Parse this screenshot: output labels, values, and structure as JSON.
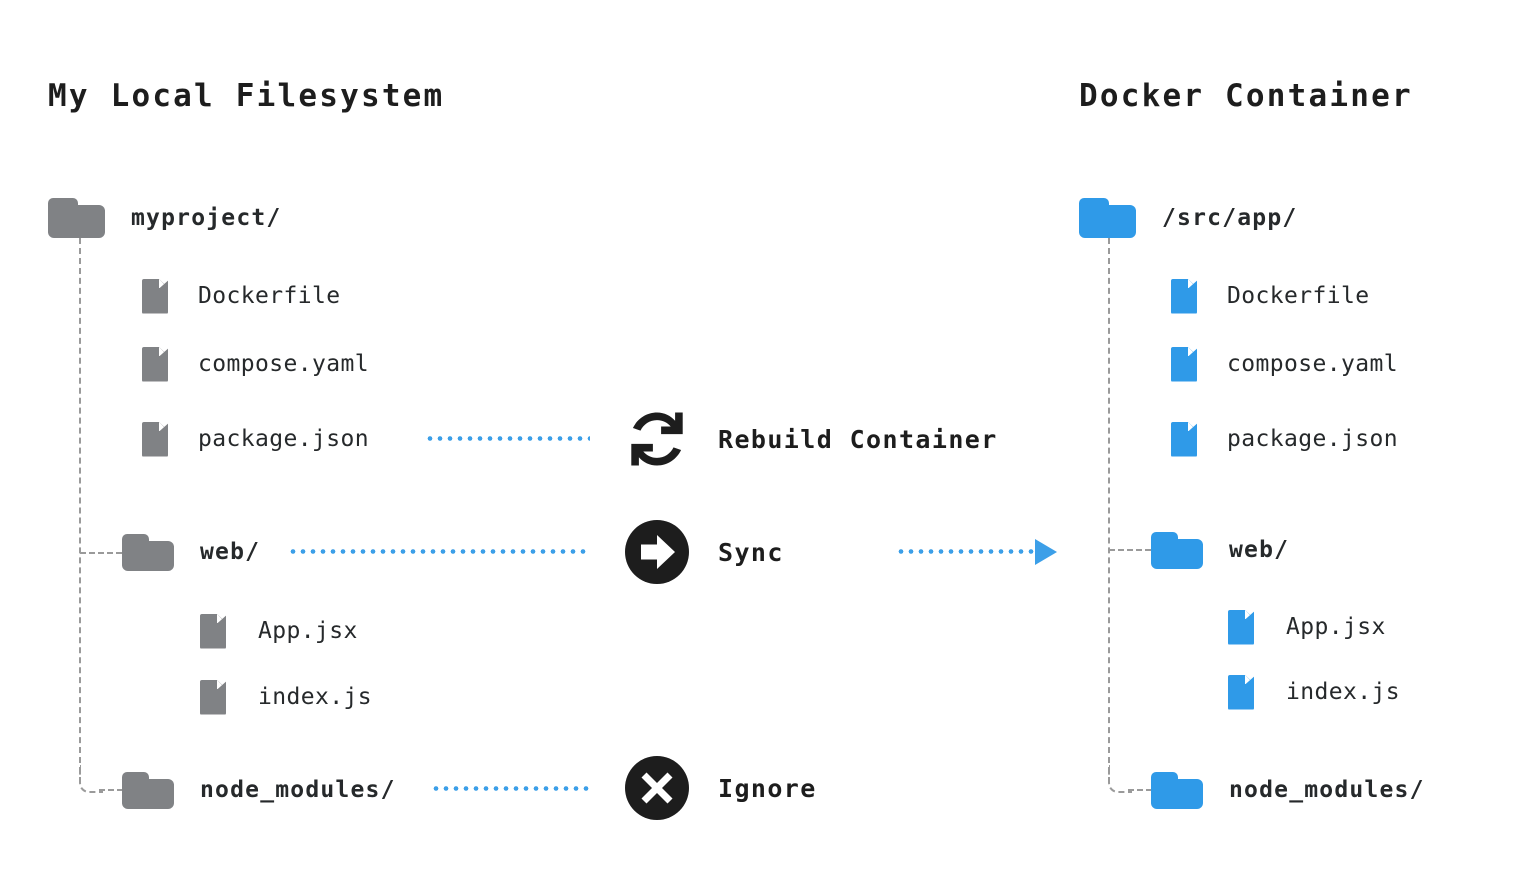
{
  "diagram": {
    "type": "file-sync-diagram",
    "background_color": "#ffffff",
    "accent_color": "#2f9ae8",
    "muted_color": "#808285",
    "dark_color": "#1d1d1d"
  },
  "left_panel": {
    "title": "My Local Filesystem",
    "color": "#808285",
    "tree": [
      {
        "name": "myproject/",
        "kind": "folder",
        "depth": 0
      },
      {
        "name": "Dockerfile",
        "kind": "file",
        "depth": 1
      },
      {
        "name": "compose.yaml",
        "kind": "file",
        "depth": 1
      },
      {
        "name": "package.json",
        "kind": "file",
        "depth": 1
      },
      {
        "name": "web/",
        "kind": "folder",
        "depth": 1
      },
      {
        "name": "App.jsx",
        "kind": "file",
        "depth": 2
      },
      {
        "name": "index.js",
        "kind": "file",
        "depth": 2
      },
      {
        "name": "node_modules/",
        "kind": "folder",
        "depth": 1
      }
    ]
  },
  "right_panel": {
    "title": "Docker Container",
    "color": "#2f9ae8",
    "tree": [
      {
        "name": "/src/app/",
        "kind": "folder",
        "depth": 0
      },
      {
        "name": "Dockerfile",
        "kind": "file",
        "depth": 1
      },
      {
        "name": "compose.yaml",
        "kind": "file",
        "depth": 1
      },
      {
        "name": "package.json",
        "kind": "file",
        "depth": 1
      },
      {
        "name": "web/",
        "kind": "folder",
        "depth": 1
      },
      {
        "name": "App.jsx",
        "kind": "file",
        "depth": 2
      },
      {
        "name": "index.js",
        "kind": "file",
        "depth": 2
      },
      {
        "name": "node_modules/",
        "kind": "folder",
        "depth": 1
      }
    ]
  },
  "actions": [
    {
      "label": "Rebuild Container",
      "icon": "refresh-cycle-icon",
      "source": "package.json",
      "has_outgoing_arrow": false
    },
    {
      "label": "Sync",
      "icon": "arrow-right-circle-icon",
      "source": "web/",
      "has_outgoing_arrow": true
    },
    {
      "label": "Ignore",
      "icon": "x-circle-icon",
      "source": "node_modules/",
      "has_outgoing_arrow": false
    }
  ]
}
